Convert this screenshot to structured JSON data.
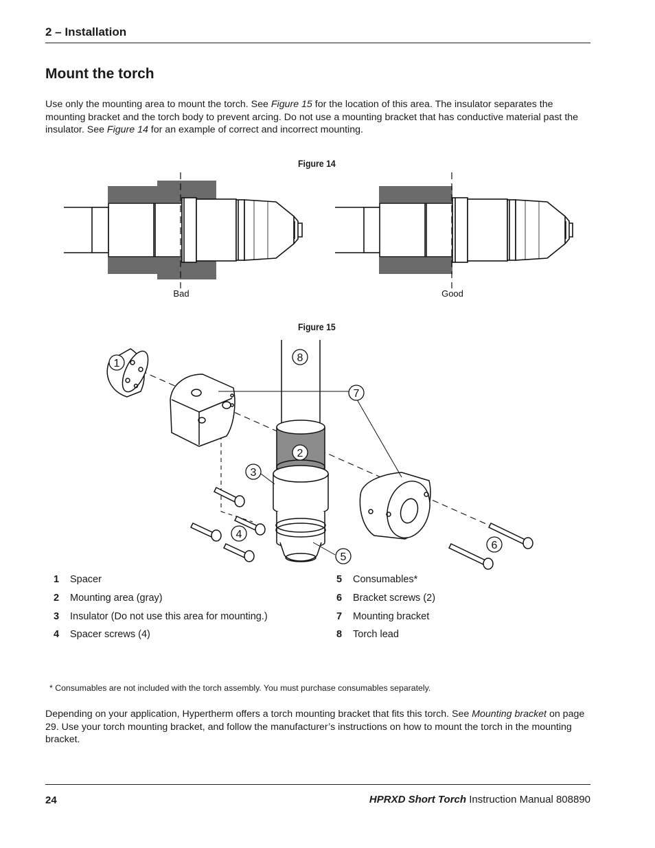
{
  "header": {
    "section": "2 – Installation"
  },
  "title": "Mount the torch",
  "intro": {
    "t1": "Use only the mounting area to mount the torch. See ",
    "ref1": "Figure 15",
    "t2": " for the location of this area. The insulator separates the mounting bracket and the torch body to prevent arcing. Do not use a mounting bracket that has conductive material past the insulator. See ",
    "ref2": "Figure 14",
    "t3": " for an example of correct and incorrect mounting."
  },
  "figure14": {
    "caption": "Figure 14",
    "label_bad": "Bad",
    "label_good": "Good"
  },
  "figure15": {
    "caption": "Figure 15",
    "callouts": [
      "1",
      "2",
      "3",
      "4",
      "5",
      "6",
      "7",
      "8"
    ]
  },
  "legend": {
    "left": [
      {
        "num": "1",
        "text": "Spacer"
      },
      {
        "num": "2",
        "text": "Mounting area (gray)"
      },
      {
        "num": "3",
        "text": "Insulator (Do not use this area for mounting.)"
      },
      {
        "num": "4",
        "text": "Spacer screws (4)"
      }
    ],
    "right": [
      {
        "num": "5",
        "text": "Consumables*"
      },
      {
        "num": "6",
        "text": "Bracket screws (2)"
      },
      {
        "num": "7",
        "text": "Mounting bracket"
      },
      {
        "num": "8",
        "text": "Torch lead"
      }
    ]
  },
  "footnote": "*  Consumables are not included with the torch assembly. You must purchase consumables separately.",
  "closing": {
    "t1": "Depending on your application, Hypertherm offers a torch mounting bracket that fits this torch. See ",
    "ref": "Mounting bracket",
    "t2": " on page 29. Use your torch mounting bracket, and follow the manufacturer’s instructions on how to mount the torch in the mounting bracket."
  },
  "footer": {
    "page": "24",
    "product": "HPRXD Short Torch",
    "doc": " Instruction Manual  808890"
  },
  "colors": {
    "gray_fill": "#6b6b6b",
    "mount_gray": "#8c8c8c",
    "ink": "#1a1a1a"
  }
}
